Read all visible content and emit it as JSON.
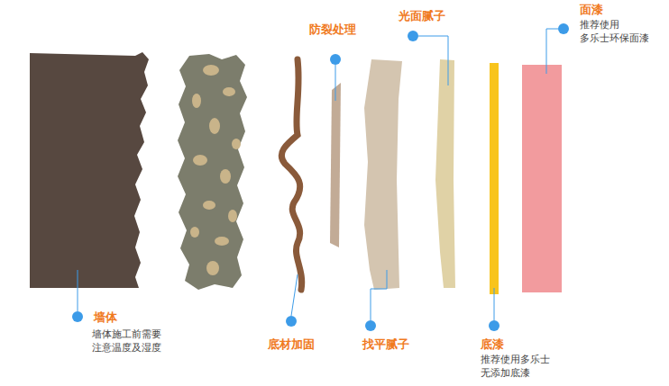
{
  "diagram": {
    "labels": [
      "墙体",
      "墙体施工前需要 注意温度及湿度",
      "底材加固",
      "防裂处理",
      "找平腻子",
      "光面腻子",
      "底漆",
      "推荐使用多乐士 无添加底漆",
      "面漆",
      "推荐使用 多乐士环保面漆"
    ]
  }
}
